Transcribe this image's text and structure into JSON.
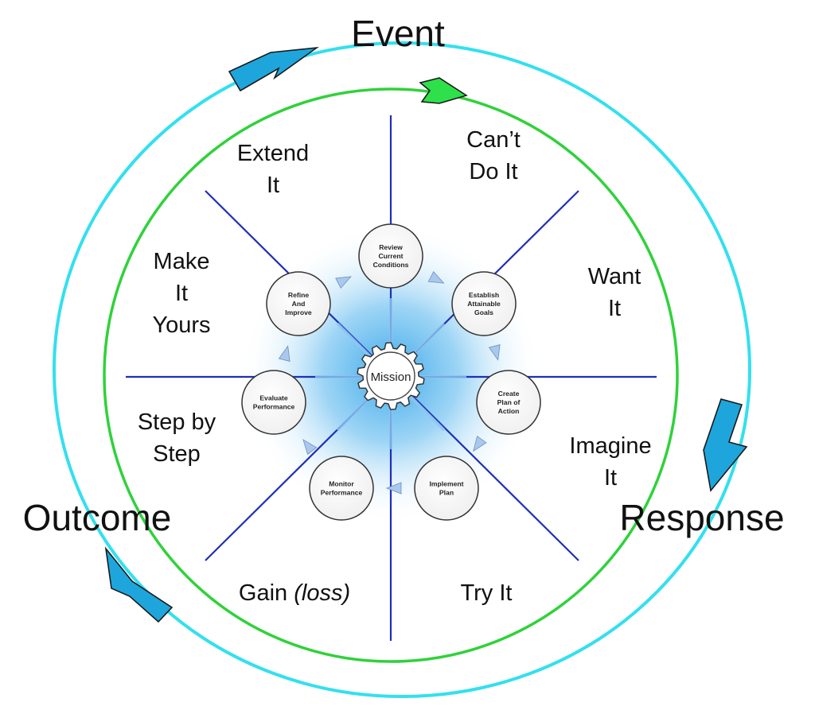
{
  "labels": {
    "event": "Event",
    "response": "Response",
    "outcome": "Outcome"
  },
  "segments": [
    [
      "Can’t",
      "Do It"
    ],
    [
      "Want",
      "It"
    ],
    [
      "Imagine",
      "It"
    ],
    [
      "Try It"
    ],
    [
      "Gain ",
      "(loss)"
    ],
    [
      "Step by",
      "Step"
    ],
    [
      "Make",
      "It",
      "Yours"
    ],
    [
      "Extend",
      "It"
    ]
  ],
  "steps": [
    [
      "Review",
      "Current",
      "Conditions"
    ],
    [
      "Establish",
      "Attainable",
      "Goals"
    ],
    [
      "Create",
      "Plan of",
      "Action"
    ],
    [
      "Implement",
      "Plan"
    ],
    [
      "Monitor",
      "Performance"
    ],
    [
      "Evaluate",
      "Performance"
    ],
    [
      "Refine",
      "And",
      "Improve"
    ]
  ],
  "center": "Mission",
  "colors": {
    "outer_ring": "#33e0ee",
    "inner_ring": "#2fd23a",
    "spokes": "#1f2fb8",
    "outer_arrows": "#1ea6dc",
    "inner_arrow": "#2ee04a",
    "step_arrows": "#a9c8ee",
    "glow": "#39a8ea"
  },
  "icons": [
    "gear-icon",
    "cycle-arrow-icon"
  ]
}
